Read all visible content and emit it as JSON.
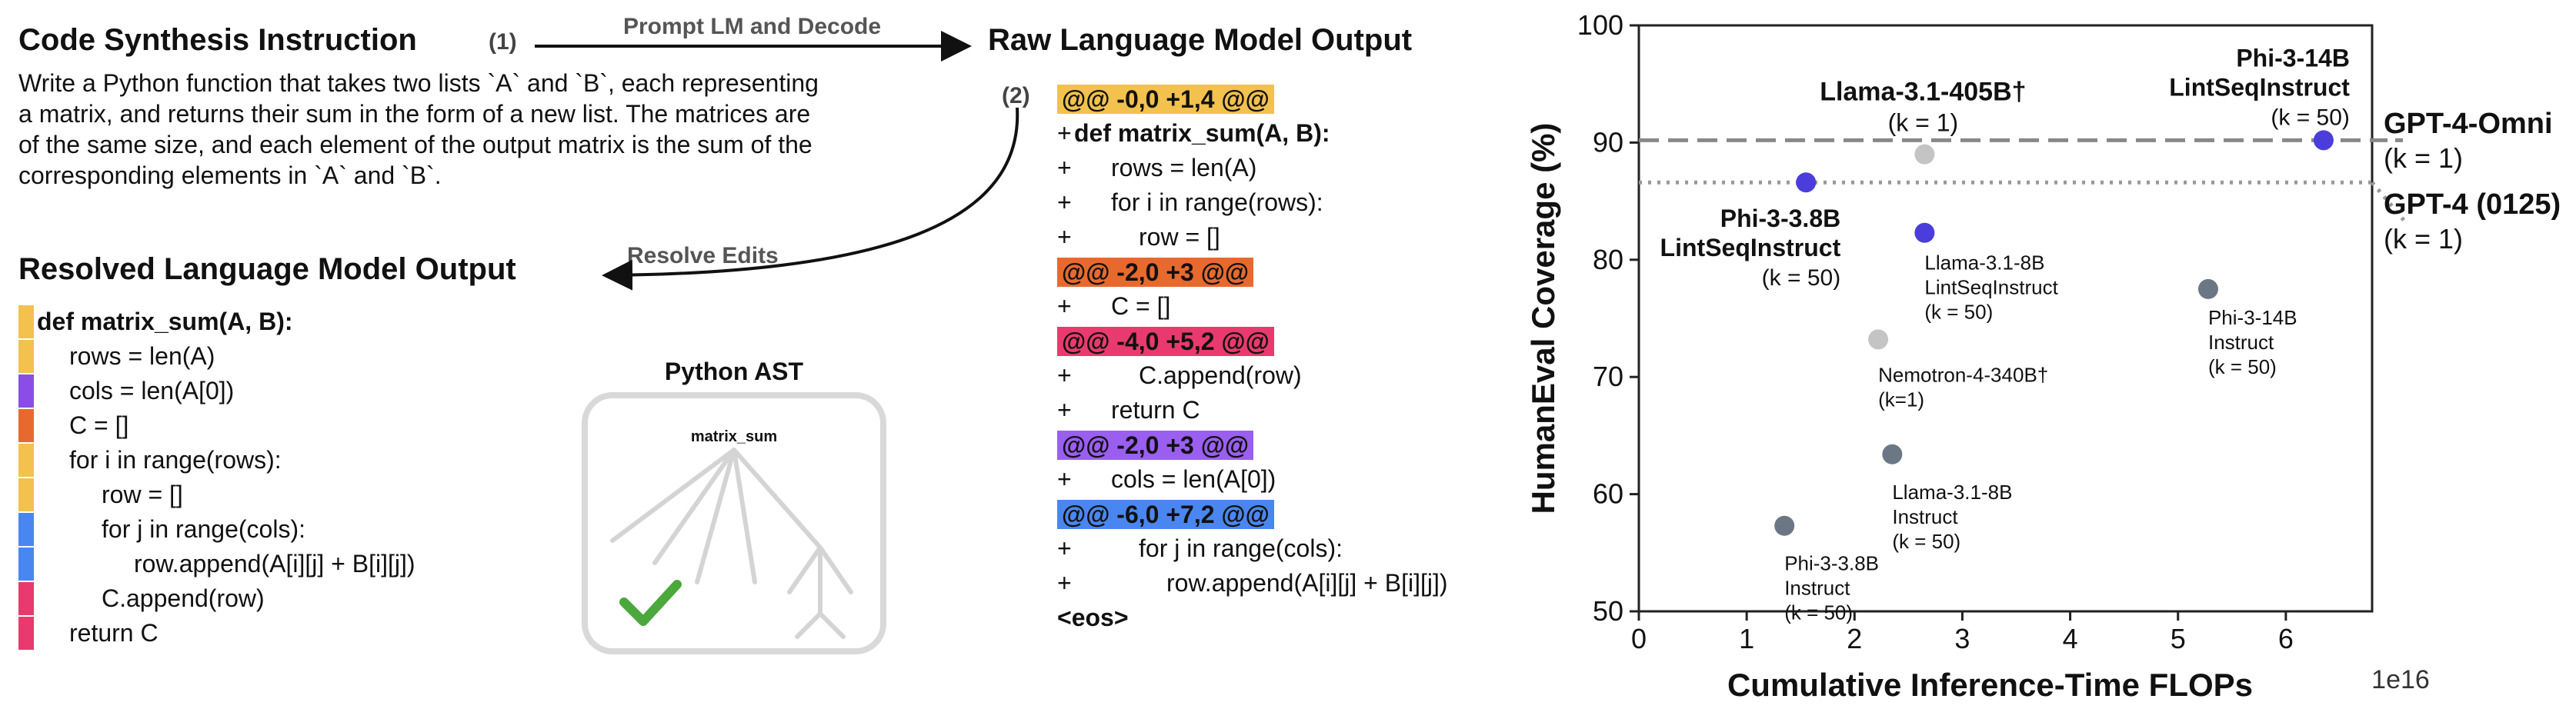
{
  "left": {
    "instruction_title": "Code Synthesis Instruction",
    "step1": "(1)",
    "step2": "(2)",
    "arrow1_label": "Prompt LM and Decode",
    "arrow2_label": "Resolve Edits",
    "instruction_lines": [
      "Write a Python function that takes two lists `A` and `B`, each representing",
      "a matrix, and returns their sum in the form of a new list. The matrices are",
      "of the same size, and each element of the output matrix is the sum of the",
      "corresponding elements in `A` and `B`."
    ],
    "resolved_title": "Resolved Language Model Output",
    "resolved_code": [
      {
        "text": "def matrix_sum(A, B):",
        "indent": 0,
        "bold": true,
        "color": "#f2c14e"
      },
      {
        "text": "rows = len(A)",
        "indent": 1,
        "bold": false,
        "color": "#f2c14e"
      },
      {
        "text": "cols = len(A[0])",
        "indent": 1,
        "bold": false,
        "color": "#8a4ee6"
      },
      {
        "text": "C = []",
        "indent": 1,
        "bold": false,
        "color": "#e8692e"
      },
      {
        "text": "for i in range(rows):",
        "indent": 1,
        "bold": false,
        "color": "#f2c14e"
      },
      {
        "text": "row = []",
        "indent": 2,
        "bold": false,
        "color": "#f2c14e"
      },
      {
        "text": "for j in range(cols):",
        "indent": 2,
        "bold": false,
        "color": "#4a86f0"
      },
      {
        "text": "row.append(A[i][j] + B[i][j])",
        "indent": 3,
        "bold": false,
        "color": "#4a86f0"
      },
      {
        "text": "C.append(row)",
        "indent": 2,
        "bold": false,
        "color": "#e83a6e"
      },
      {
        "text": "return C",
        "indent": 1,
        "bold": false,
        "color": "#e83a6e"
      }
    ],
    "ast_title": "Python AST",
    "ast_root": "matrix_sum"
  },
  "middle": {
    "title": "Raw Language Model Output",
    "lines": [
      {
        "type": "hunk",
        "text": "@@ -0,0 +1,4 @@",
        "color": "#f2c14e"
      },
      {
        "type": "code",
        "prefix": "+",
        "text": "def matrix_sum(A, B):",
        "indent": 0,
        "bold": true
      },
      {
        "type": "code",
        "prefix": "+",
        "text": "rows = len(A)",
        "indent": 1,
        "bold": false
      },
      {
        "type": "code",
        "prefix": "+",
        "text": "for i in range(rows):",
        "indent": 1,
        "bold": false
      },
      {
        "type": "code",
        "prefix": "+",
        "text": "row = []",
        "indent": 2,
        "bold": false
      },
      {
        "type": "hunk",
        "text": "@@ -2,0 +3 @@",
        "color": "#e8692e"
      },
      {
        "type": "code",
        "prefix": "+",
        "text": "C = []",
        "indent": 1,
        "bold": false
      },
      {
        "type": "hunk",
        "text": "@@ -4,0 +5,2 @@",
        "color": "#e83a6e"
      },
      {
        "type": "code",
        "prefix": "+",
        "text": "C.append(row)",
        "indent": 2,
        "bold": false
      },
      {
        "type": "code",
        "prefix": "+",
        "text": "return C",
        "indent": 1,
        "bold": false
      },
      {
        "type": "hunk",
        "text": "@@ -2,0 +3 @@",
        "color": "#9a5ef0"
      },
      {
        "type": "code",
        "prefix": "+",
        "text": "cols = len(A[0])",
        "indent": 1,
        "bold": false
      },
      {
        "type": "hunk",
        "text": "@@ -6,0 +7,2 @@",
        "color": "#4a86f0"
      },
      {
        "type": "code",
        "prefix": "+",
        "text": "for j in range(cols):",
        "indent": 2,
        "bold": false
      },
      {
        "type": "code",
        "prefix": "+",
        "text": "row.append(A[i][j] + B[i][j])",
        "indent": 3,
        "bold": false
      },
      {
        "type": "eos",
        "text": "<eos>"
      }
    ]
  },
  "chart_data": {
    "type": "scatter",
    "xlabel": "Cumulative Inference-Time FLOPs",
    "ylabel": "HumanEval Coverage (%)",
    "x_scale_label": "1e16",
    "xlim": [
      0,
      6.8
    ],
    "ylim": [
      50,
      100
    ],
    "xticks": [
      "0",
      "1",
      "2",
      "3",
      "4",
      "5",
      "6"
    ],
    "yticks": [
      "50",
      "60",
      "70",
      "80",
      "90",
      "100"
    ],
    "colors": {
      "lintseq": "#4a3ddb",
      "instruct": "#6b7785",
      "other": "#c4c4c4"
    },
    "points": [
      {
        "x": 1.35,
        "y": 57.3,
        "group": "instruct",
        "label": [
          "Phi-3-3.8B",
          "Instruct",
          "(k = 50)"
        ]
      },
      {
        "x": 2.35,
        "y": 63.4,
        "group": "instruct",
        "label": [
          "Llama-3.1-8B",
          "Instruct",
          "(k = 50)"
        ]
      },
      {
        "x": 5.28,
        "y": 77.5,
        "group": "instruct",
        "label": [
          "Phi-3-14B",
          "Instruct",
          "(k = 50)"
        ]
      },
      {
        "x": 2.22,
        "y": 73.2,
        "group": "other",
        "label": [
          "Nemotron-4-340B†",
          "(k=1)"
        ]
      },
      {
        "x": 2.65,
        "y": 89.0,
        "group": "other",
        "label": [
          "Llama-3.1-405B†",
          "(k = 1)"
        ]
      },
      {
        "x": 1.55,
        "y": 86.6,
        "group": "lintseq",
        "label": [
          "Phi-3-3.8B",
          "LintSeqInstruct",
          "(k = 50)"
        ]
      },
      {
        "x": 2.65,
        "y": 82.3,
        "group": "lintseq",
        "label": [
          "Llama-3.1-8B",
          "LintSeqInstruct",
          "(k = 50)"
        ]
      },
      {
        "x": 6.35,
        "y": 90.2,
        "group": "lintseq",
        "label": [
          "Phi-3-14B",
          "LintSeqInstruct",
          "(k = 50)"
        ]
      }
    ],
    "reference_lines": [
      {
        "y": 90.2,
        "style": "dashed",
        "label": [
          "GPT-4-Omni",
          "(k = 1)"
        ]
      },
      {
        "y": 86.6,
        "style": "dotted",
        "label": [
          "GPT-4 (0125)",
          "(k = 1)"
        ]
      }
    ]
  }
}
